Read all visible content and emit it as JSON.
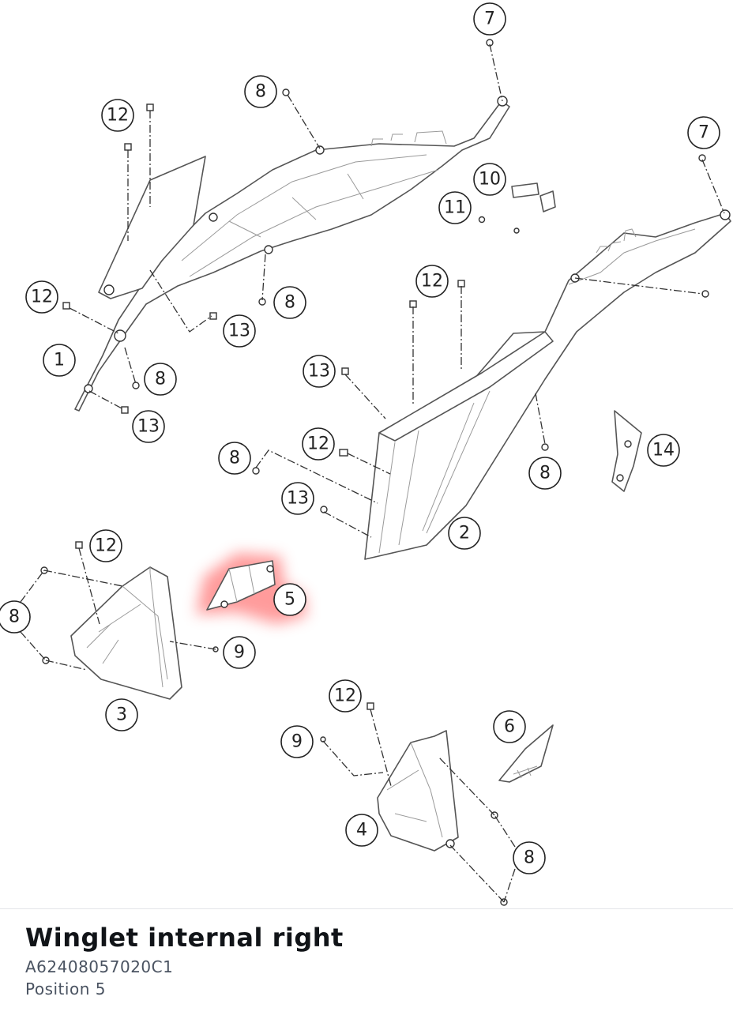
{
  "part": {
    "name": "Winglet internal right",
    "number": "A62408057020C1",
    "position_label": "Position 5"
  },
  "highlight_color": "#ff7a7a",
  "callouts": {
    "c7a": "7",
    "c8a": "8",
    "c12a": "12",
    "c7b": "7",
    "c10": "10",
    "c11": "11",
    "c8b": "8",
    "c12b": "12",
    "c13a": "13",
    "c12c": "12",
    "c1": "1",
    "c8c": "8",
    "c13b": "13",
    "c13c": "13",
    "c12d": "12",
    "c8d": "8",
    "c14": "14",
    "c8e": "8",
    "c13d": "13",
    "c2": "2",
    "c12e": "12",
    "c8f": "8",
    "c5": "5",
    "c9a": "9",
    "c3": "3",
    "c12f": "12",
    "c6": "6",
    "c9b": "9",
    "c4": "4",
    "c8g": "8"
  }
}
